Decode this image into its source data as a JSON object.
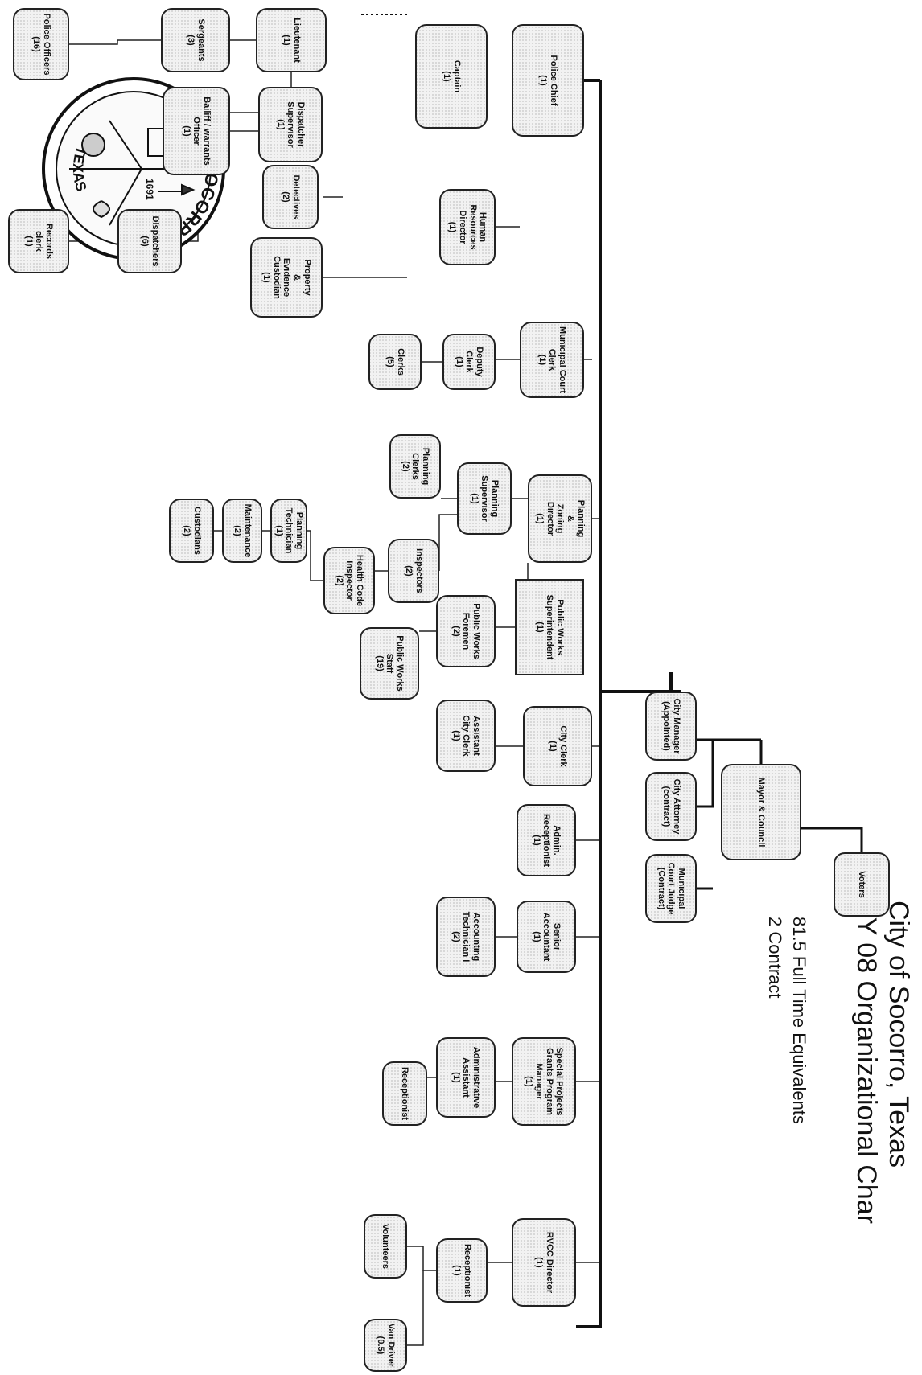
{
  "title": {
    "line1": "City of Socorro, Texas",
    "line2": "FY 08 Organizational Char"
  },
  "seal": {
    "top_text": "CITY OF SOCORRO",
    "bottom_text": "TEXAS",
    "year": "1691"
  },
  "summary": {
    "fte": "81.5 Full Time Equivalents",
    "contract": "2 Contract"
  },
  "nodes": {
    "voters": "Voters",
    "mayor_council": "Mayor & Council",
    "city_manager": "City Manager\n(Appointed)",
    "city_attorney": "City Attorney\n(contract)",
    "municipal_court_judge": "Municipal\nCourt Judge\n(Contract)",
    "police_chief": "Police Chief\n(1)",
    "captain": "Captain\n(1)",
    "lieutenant": "Lieutenant\n(1)",
    "sergeants": "Sergeants\n(3)",
    "police_officers": "Police Officers\n(16)",
    "bailiff": "Bailiff / warrants\nOfficer\n(1)",
    "dispatcher_supervisor": "Dispatcher\nSupervisor\n(1)",
    "detectives": "Detectives\n(2)",
    "dispatchers": "Dispatchers\n(6)",
    "records_clerk": "Records clerk\n(1)",
    "property_custodian": "Property\n&\nEvidence\nCustodian\n(1)",
    "hr_director": "Human\nResources\nDirector\n(1)",
    "court_clerk": "Municipal Court\nClerk\n(1)",
    "deputy_clerk": "Deputy Clerk\n(1)",
    "clerks": "Clerks\n(5)",
    "pz_director": "Planning\n&\nZoning\nDirector\n(1)",
    "planning_supervisor": "Planning\nSupervisor\n(1)",
    "planning_clerks": "Planning\nClerks\n(2)",
    "inspectors": "Inspectors\n(2)",
    "health_inspector": "Health Code\nInspector\n(2)",
    "planning_technician": "Planning\nTechnician\n(1)",
    "maintenance": "Maintenance\n(2)",
    "custodians": "Custodians\n(2)",
    "pw_superintendent": "Public Works\nSuperintendent\n(1)",
    "pw_foremen": "Public Works\nForemen\n(2)",
    "pw_staff": "Public Works\nStaff\n(19)",
    "city_clerk": "City Clerk\n(1)",
    "assistant_city_clerk": "Assistant\nCity Clerk\n(1)",
    "admin_receptionist": "Admin.\nReceptionist\n(1)",
    "senior_accountant": "Senior\nAccountant\n(1)",
    "accounting_technician": "Accounting\nTechnician I\n(2)",
    "grants_manager": "Special Projects\nGrants Program\nManager\n(1)",
    "admin_assistant": "Administrative\nAssistant\n(1)",
    "receptionist": "Receptionist",
    "rvcc_director": "RVCC Director\n(1)",
    "rvcc_receptionist": "Receptionist\n(1)",
    "volunteers": "Volunteers",
    "van_driver": "Van Driver\n(0.5)"
  }
}
